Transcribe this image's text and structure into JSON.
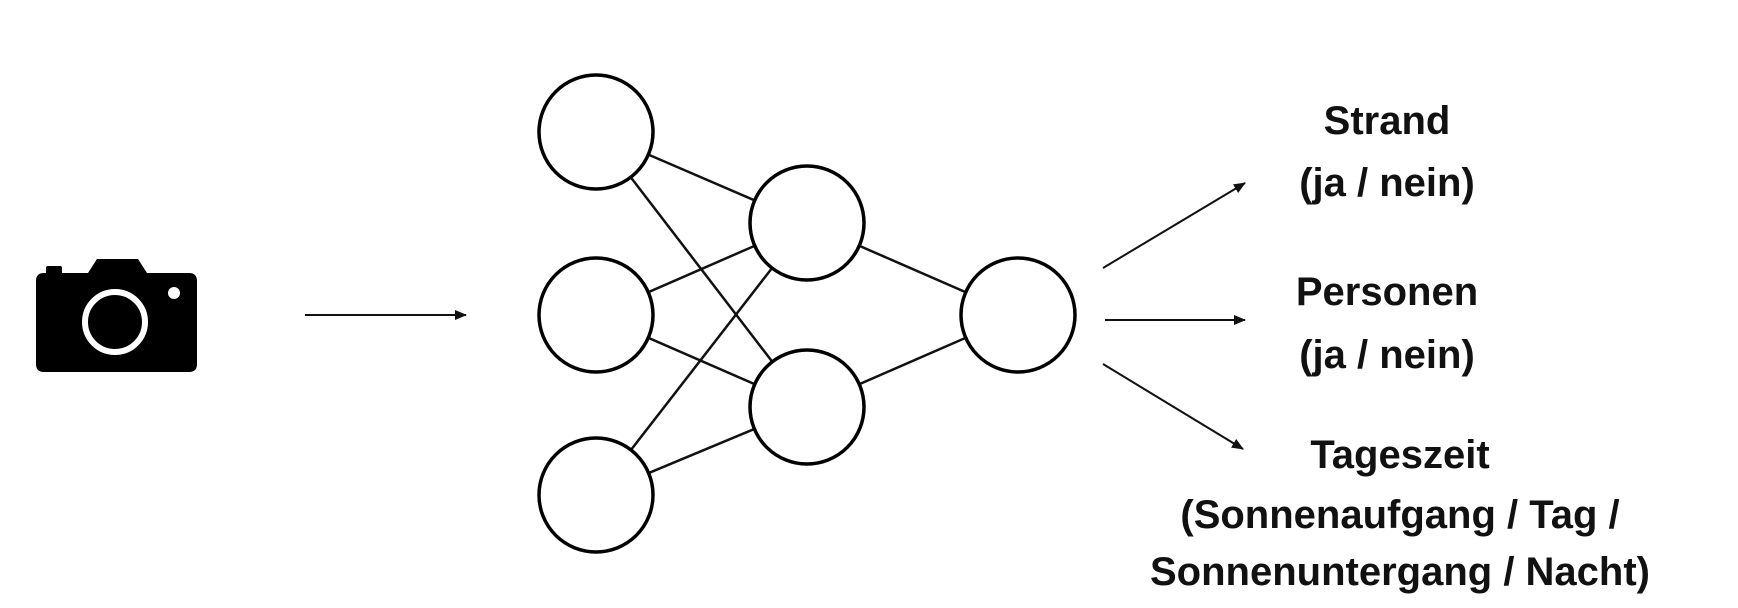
{
  "diagram": {
    "input": {
      "icon": "camera-icon"
    },
    "outputs": [
      {
        "title": "Strand",
        "options": "(ja / nein)"
      },
      {
        "title": "Personen",
        "options": "(ja / nein)"
      },
      {
        "title": "Tageszeit",
        "options_line1": "(Sonnenaufgang / Tag /",
        "options_line2": "Sonnenuntergang / Nacht)"
      }
    ]
  }
}
